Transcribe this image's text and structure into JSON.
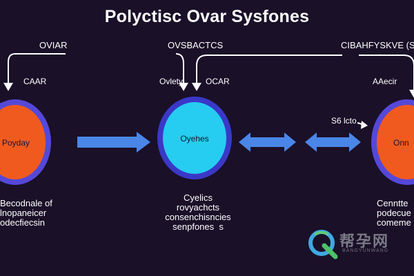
{
  "title": "Polyctisc Ovar Sysfones",
  "header_labels": {
    "left": "OVIAR",
    "center": "OVSBACTCS",
    "right": "CIBAHFYSKVE (SE)"
  },
  "small_labels": {
    "left_caar": "CAAR",
    "mid_ovlety": "Ovlety",
    "mid_ocar": "OCAR",
    "right_aaecir": "AAecir",
    "right_s6": "S6 lcto"
  },
  "nodes": {
    "left": {
      "label": "Poyday",
      "fill": "#f05a1e",
      "ring": "#5548d8"
    },
    "center": {
      "label": "Oyehes",
      "fill": "#26cdf0",
      "ring": "#3a38c8"
    },
    "right": {
      "label": "Onn",
      "fill": "#f05a1e",
      "ring": "#5548d8"
    }
  },
  "descriptions": {
    "left": "Becodnale of\nlnopaneicer\nodecfiecsin",
    "center": "Cyelics\nrovyachcts\nconsenchisncies\nsenpfones  s",
    "right": "Cenntte\npodecue a\ncomeme"
  },
  "watermark": {
    "text_cn": "帮孕网",
    "text_en": "BANGYUNWANG"
  },
  "colors": {
    "background": "#1a1028",
    "arrow": "#4a86e8",
    "connector": "#ffffff"
  }
}
